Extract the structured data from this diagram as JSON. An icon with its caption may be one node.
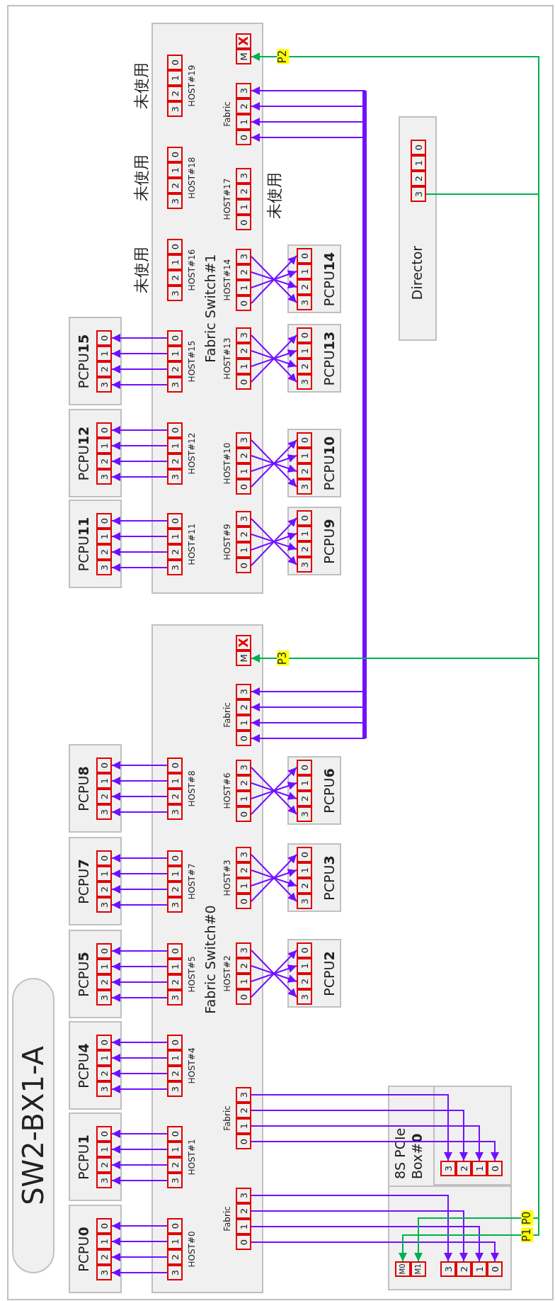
{
  "diagram": {
    "title": "SW2-BX1-A",
    "nodes": [
      {
        "text": [
          "Fabric Switch#0"
        ]
      },
      {
        "text": [
          "Fabric Switch#1"
        ]
      },
      {
        "text": [
          "Director"
        ]
      },
      {
        "text": [
          "8S PCIe Box#**0**"
        ]
      },
      {
        "text": [],
        "shape": "box",
        "in": 3
      },
      {
        "text": [],
        "shape": "box",
        "in": 3
      },
      {
        "text": [
          "PCPU**0**"
        ]
      },
      {
        "text": [
          "PCPU**1**"
        ]
      },
      {
        "text": [
          "PCPU**2**"
        ]
      },
      {
        "text": [
          "PCPU**3**"
        ]
      },
      {
        "text": [
          "PCPU**4**"
        ]
      },
      {
        "text": [
          "PCPU**5**"
        ]
      },
      {
        "text": [
          "PCPU**6**"
        ]
      },
      {
        "text": [
          "PCPU**7**"
        ]
      },
      {
        "text": [
          "PCPU**8**"
        ]
      },
      {
        "text": [
          "PCPU**9**"
        ]
      },
      {
        "text": [
          "PCPU**10**"
        ]
      },
      {
        "text": [
          "PCPU**11**"
        ]
      },
      {
        "text": [
          "PCPU**12**"
        ]
      },
      {
        "text": [
          "PCPU**13**"
        ]
      },
      {
        "text": [
          "PCPU**14**"
        ]
      },
      {
        "text": [
          "PCPU**15**"
        ]
      },
      {
        "text": [
          "3"
        ],
        "in": 6
      },
      {
        "text": [
          "2"
        ],
        "in": 6
      },
      {
        "text": [
          "1"
        ],
        "in": 6
      },
      {
        "text": [
          "0"
        ],
        "in": 6
      },
      {
        "text": [
          "3"
        ],
        "in": 7
      },
      {
        "text": [
          "2"
        ],
        "in": 7
      },
      {
        "text": [
          "1"
        ],
        "in": 7
      },
      {
        "text": [
          "0"
        ],
        "in": 7
      },
      {
        "text": [
          "3"
        ],
        "in": 8
      },
      {
        "text": [
          "2"
        ],
        "in": 8
      },
      {
        "text": [
          "1"
        ],
        "in": 8
      },
      {
        "text": [
          "0"
        ],
        "in": 8
      },
      {
        "text": [
          "3"
        ],
        "in": 9
      },
      {
        "text": [
          "2"
        ],
        "in": 9
      },
      {
        "text": [
          "1"
        ],
        "in": 9
      },
      {
        "text": [
          "0"
        ],
        "in": 9
      },
      {
        "text": [
          "3"
        ],
        "in": 10
      },
      {
        "text": [
          "2"
        ],
        "in": 10
      },
      {
        "text": [
          "1"
        ],
        "in": 10
      },
      {
        "text": [
          "0"
        ],
        "in": 10
      },
      {
        "text": [
          "3"
        ],
        "in": 11
      },
      {
        "text": [
          "2"
        ],
        "in": 11
      },
      {
        "text": [
          "1"
        ],
        "in": 11
      },
      {
        "text": [
          "0"
        ],
        "in": 11
      },
      {
        "text": [
          "3"
        ],
        "in": 12
      },
      {
        "text": [
          "2"
        ],
        "in": 12
      },
      {
        "text": [
          "1"
        ],
        "in": 12
      },
      {
        "text": [
          "0"
        ],
        "in": 12
      },
      {
        "text": [
          "3"
        ],
        "in": 13
      },
      {
        "text": [
          "2"
        ],
        "in": 13
      },
      {
        "text": [
          "1"
        ],
        "in": 13
      },
      {
        "text": [
          "0"
        ],
        "in": 13
      },
      {
        "text": [
          "3"
        ],
        "in": 14
      },
      {
        "text": [
          "2"
        ],
        "in": 14
      },
      {
        "text": [
          "1"
        ],
        "in": 14
      },
      {
        "text": [
          "0"
        ],
        "in": 14
      },
      {
        "text": [
          "3"
        ],
        "in": 15
      },
      {
        "text": [
          "2"
        ],
        "in": 15
      },
      {
        "text": [
          "1"
        ],
        "in": 15
      },
      {
        "text": [
          "0"
        ],
        "in": 15
      },
      {
        "text": [
          "3"
        ],
        "in": 16
      },
      {
        "text": [
          "2"
        ],
        "in": 16
      },
      {
        "text": [
          "1"
        ],
        "in": 16
      },
      {
        "text": [
          "0"
        ],
        "in": 16
      },
      {
        "text": [
          "3"
        ],
        "in": 17
      },
      {
        "text": [
          "2"
        ],
        "in": 17
      },
      {
        "text": [
          "1"
        ],
        "in": 17
      },
      {
        "text": [
          "0"
        ],
        "in": 17
      },
      {
        "text": [
          "3"
        ],
        "in": 18
      },
      {
        "text": [
          "2"
        ],
        "in": 18
      },
      {
        "text": [
          "1"
        ],
        "in": 18
      },
      {
        "text": [
          "0"
        ],
        "in": 18
      },
      {
        "text": [
          "3"
        ],
        "in": 19
      },
      {
        "text": [
          "2"
        ],
        "in": 19
      },
      {
        "text": [
          "1"
        ],
        "in": 19
      },
      {
        "text": [
          "0"
        ],
        "in": 19
      },
      {
        "text": [
          "3"
        ],
        "in": 20
      },
      {
        "text": [
          "2"
        ],
        "in": 20
      },
      {
        "text": [
          "1"
        ],
        "in": 20
      },
      {
        "text": [
          "0"
        ],
        "in": 20
      },
      {
        "text": [
          "3"
        ],
        "in": 21
      },
      {
        "text": [
          "2"
        ],
        "in": 21
      },
      {
        "text": [
          "1"
        ],
        "in": 21
      },
      {
        "text": [
          "0"
        ],
        "in": 21
      },
      {
        "text": [
          "3"
        ],
        "in": 0
      },
      {
        "text": [
          "2"
        ],
        "in": 0
      },
      {
        "text": [
          "1"
        ],
        "in": 0
      },
      {
        "text": [
          "0"
        ],
        "in": 0
      },
      {
        "text": [
          "3"
        ],
        "in": 0
      },
      {
        "text": [
          "2"
        ],
        "in": 0
      },
      {
        "text": [
          "1"
        ],
        "in": 0
      },
      {
        "text": [
          "0"
        ],
        "in": 0
      },
      {
        "text": [
          "0"
        ],
        "in": 0
      },
      {
        "text": [
          "1"
        ],
        "in": 0
      },
      {
        "text": [
          "2"
        ],
        "in": 0
      },
      {
        "text": [
          "3"
        ],
        "in": 0
      },
      {
        "text": [
          "0"
        ],
        "in": 0
      },
      {
        "text": [
          "1"
        ],
        "in": 0
      },
      {
        "text": [
          "2"
        ],
        "in": 0
      },
      {
        "text": [
          "3"
        ],
        "in": 0
      },
      {
        "text": [
          "3"
        ],
        "in": 0
      },
      {
        "text": [
          "2"
        ],
        "in": 0
      },
      {
        "text": [
          "1"
        ],
        "in": 0
      },
      {
        "text": [
          "0"
        ],
        "in": 0
      },
      {
        "text": [
          "3"
        ],
        "in": 0
      },
      {
        "text": [
          "2"
        ],
        "in": 0
      },
      {
        "text": [
          "1"
        ],
        "in": 0
      },
      {
        "text": [
          "0"
        ],
        "in": 0
      },
      {
        "text": [
          "0"
        ],
        "in": 0
      },
      {
        "text": [
          "1"
        ],
        "in": 0
      },
      {
        "text": [
          "2"
        ],
        "in": 0
      },
      {
        "text": [
          "3"
        ],
        "in": 0
      },
      {
        "text": [
          "3"
        ],
        "in": 0
      },
      {
        "text": [
          "2"
        ],
        "in": 0
      },
      {
        "text": [
          "1"
        ],
        "in": 0
      },
      {
        "text": [
          "0"
        ],
        "in": 0
      },
      {
        "text": [
          "3"
        ],
        "in": 0
      },
      {
        "text": [
          "2"
        ],
        "in": 0
      },
      {
        "text": [
          "1"
        ],
        "in": 0
      },
      {
        "text": [
          "0"
        ],
        "in": 0
      },
      {
        "text": [
          "0"
        ],
        "in": 1
      },
      {
        "text": [
          "1"
        ],
        "in": 1
      },
      {
        "text": [
          "2"
        ],
        "in": 1
      },
      {
        "text": [
          "3"
        ],
        "in": 1
      },
      {
        "text": [
          "0"
        ],
        "in": 1
      },
      {
        "text": [
          "1"
        ],
        "in": 1
      },
      {
        "text": [
          "2"
        ],
        "in": 1
      },
      {
        "text": [
          "3"
        ],
        "in": 1
      },
      {
        "text": [
          "3"
        ],
        "in": 1
      },
      {
        "text": [
          "2"
        ],
        "in": 1
      },
      {
        "text": [
          "1"
        ],
        "in": 1
      },
      {
        "text": [
          "0"
        ],
        "in": 1
      },
      {
        "text": [
          "3"
        ],
        "in": 1
      },
      {
        "text": [
          "2"
        ],
        "in": 1
      },
      {
        "text": [
          "1"
        ],
        "in": 1
      },
      {
        "text": [
          "0"
        ],
        "in": 1
      },
      {
        "text": [
          "0"
        ],
        "in": 1
      },
      {
        "text": [
          "1"
        ],
        "in": 1
      },
      {
        "text": [
          "2"
        ],
        "in": 1
      },
      {
        "text": [
          "3"
        ],
        "in": 1
      },
      {
        "text": [
          "0"
        ],
        "in": 1
      },
      {
        "text": [
          "1"
        ],
        "in": 1
      },
      {
        "text": [
          "2"
        ],
        "in": 1
      },
      {
        "text": [
          "3"
        ],
        "in": 1
      },
      {
        "text": [
          "3"
        ],
        "in": 1
      },
      {
        "text": [
          "2"
        ],
        "in": 1
      },
      {
        "text": [
          "1"
        ],
        "in": 1
      },
      {
        "text": [
          "0"
        ],
        "in": 1
      },
      {
        "text": [
          "3"
        ],
        "in": 1
      },
      {
        "text": [
          "2"
        ],
        "in": 1
      },
      {
        "text": [
          "1"
        ],
        "in": 1
      },
      {
        "text": [
          "0"
        ],
        "in": 1
      },
      {
        "text": [
          "0"
        ],
        "in": 1
      },
      {
        "text": [
          "1"
        ],
        "in": 1
      },
      {
        "text": [
          "2"
        ],
        "in": 1
      },
      {
        "text": [
          "3"
        ],
        "in": 1
      },
      {
        "text": [
          "3"
        ],
        "in": 1
      },
      {
        "text": [
          "2"
        ],
        "in": 1
      },
      {
        "text": [
          "1"
        ],
        "in": 1
      },
      {
        "text": [
          "0"
        ],
        "in": 1
      },
      {
        "text": [
          "3"
        ],
        "in": 1
      },
      {
        "text": [
          "2"
        ],
        "in": 1
      },
      {
        "text": [
          "1"
        ],
        "in": 1
      },
      {
        "text": [
          "0"
        ],
        "in": 1
      },
      {
        "text": [
          "0"
        ],
        "in": 0
      },
      {
        "text": [
          "1"
        ],
        "in": 0
      },
      {
        "text": [
          "2"
        ],
        "in": 0
      },
      {
        "text": [
          "3"
        ],
        "in": 0
      },
      {
        "text": [
          "0"
        ],
        "in": 0
      },
      {
        "text": [
          "1"
        ],
        "in": 0
      },
      {
        "text": [
          "2"
        ],
        "in": 0
      },
      {
        "text": [
          "3"
        ],
        "in": 0
      },
      {
        "text": [
          "0"
        ],
        "in": 0
      },
      {
        "text": [
          "1"
        ],
        "in": 0
      },
      {
        "text": [
          "2"
        ],
        "in": 0
      },
      {
        "text": [
          "3"
        ],
        "in": 0
      },
      {
        "text": [
          "0"
        ],
        "in": 1
      },
      {
        "text": [
          "1"
        ],
        "in": 1
      },
      {
        "text": [
          "2"
        ],
        "in": 1
      },
      {
        "text": [
          "3"
        ],
        "in": 1
      },
      {
        "text": [
          "M"
        ],
        "in": 0
      },
      {
        "text": [
          "X"
        ],
        "in": 0
      },
      {
        "text": [
          "M"
        ],
        "in": 1
      },
      {
        "text": [
          "X"
        ],
        "in": 1
      },
      {
        "text": [
          "3"
        ],
        "in": 2
      },
      {
        "text": [
          "2"
        ],
        "in": 2
      },
      {
        "text": [
          "1"
        ],
        "in": 2
      },
      {
        "text": [
          "0"
        ],
        "in": 2
      },
      {
        "text": [
          "3"
        ],
        "in": 4
      },
      {
        "text": [
          "2"
        ],
        "in": 4
      },
      {
        "text": [
          "1"
        ],
        "in": 4
      },
      {
        "text": [
          "0"
        ],
        "in": 4
      },
      {
        "text": [
          "M0"
        ],
        "in": 5
      },
      {
        "text": [
          "M1"
        ],
        "in": 5
      },
      {
        "text": [
          "3"
        ],
        "in": 5
      },
      {
        "text": [
          "2"
        ],
        "in": 5
      },
      {
        "text": [
          "1"
        ],
        "in": 5
      },
      {
        "text": [
          "0"
        ],
        "in": 5
      }
    ],
    "edges": [
      {
        "from": 86,
        "to": 22,
        "arrow": "to"
      },
      {
        "from": 87,
        "to": 23,
        "arrow": "to"
      },
      {
        "from": 88,
        "to": 24,
        "arrow": "to"
      },
      {
        "from": 89,
        "to": 25,
        "arrow": "to"
      },
      {
        "from": 90,
        "to": 26,
        "arrow": "to"
      },
      {
        "from": 91,
        "to": 27,
        "arrow": "to"
      },
      {
        "from": 92,
        "to": 28,
        "arrow": "to"
      },
      {
        "from": 93,
        "to": 29,
        "arrow": "to"
      },
      {
        "from": 94,
        "to": 33,
        "arrow": "to"
      },
      {
        "from": 95,
        "to": 32,
        "arrow": "to"
      },
      {
        "from": 96,
        "to": 31,
        "arrow": "to"
      },
      {
        "from": 97,
        "to": 30,
        "arrow": "to"
      },
      {
        "from": 98,
        "to": 37,
        "arrow": "to"
      },
      {
        "from": 99,
        "to": 36,
        "arrow": "to"
      },
      {
        "from": 100,
        "to": 35,
        "arrow": "to"
      },
      {
        "from": 101,
        "to": 34,
        "arrow": "to"
      },
      {
        "from": 102,
        "to": 38,
        "arrow": "to"
      },
      {
        "from": 103,
        "to": 39,
        "arrow": "to"
      },
      {
        "from": 104,
        "to": 40,
        "arrow": "to"
      },
      {
        "from": 105,
        "to": 41,
        "arrow": "to"
      },
      {
        "from": 106,
        "to": 42,
        "arrow": "to"
      },
      {
        "from": 107,
        "to": 43,
        "arrow": "to"
      },
      {
        "from": 108,
        "to": 44,
        "arrow": "to"
      },
      {
        "from": 109,
        "to": 45,
        "arrow": "to"
      },
      {
        "from": 110,
        "to": 49,
        "arrow": "to"
      },
      {
        "from": 111,
        "to": 48,
        "arrow": "to"
      },
      {
        "from": 112,
        "to": 47,
        "arrow": "to"
      },
      {
        "from": 113,
        "to": 46,
        "arrow": "to"
      },
      {
        "from": 114,
        "to": 50,
        "arrow": "to"
      },
      {
        "from": 115,
        "to": 51,
        "arrow": "to"
      },
      {
        "from": 116,
        "to": 52,
        "arrow": "to"
      },
      {
        "from": 117,
        "to": 53,
        "arrow": "to"
      },
      {
        "from": 118,
        "to": 54,
        "arrow": "to"
      },
      {
        "from": 119,
        "to": 55,
        "arrow": "to"
      },
      {
        "from": 120,
        "to": 56,
        "arrow": "to"
      },
      {
        "from": 121,
        "to": 57,
        "arrow": "to"
      },
      {
        "from": 122,
        "to": 61,
        "arrow": "to"
      },
      {
        "from": 123,
        "to": 60,
        "arrow": "to"
      },
      {
        "from": 124,
        "to": 59,
        "arrow": "to"
      },
      {
        "from": 125,
        "to": 58,
        "arrow": "to"
      },
      {
        "from": 126,
        "to": 65,
        "arrow": "to"
      },
      {
        "from": 127,
        "to": 64,
        "arrow": "to"
      },
      {
        "from": 128,
        "to": 63,
        "arrow": "to"
      },
      {
        "from": 129,
        "to": 62,
        "arrow": "to"
      },
      {
        "from": 130,
        "to": 66,
        "arrow": "to"
      },
      {
        "from": 131,
        "to": 67,
        "arrow": "to"
      },
      {
        "from": 132,
        "to": 68,
        "arrow": "to"
      },
      {
        "from": 133,
        "to": 69,
        "arrow": "to"
      },
      {
        "from": 134,
        "to": 70,
        "arrow": "to"
      },
      {
        "from": 135,
        "to": 71,
        "arrow": "to"
      },
      {
        "from": 136,
        "to": 72,
        "arrow": "to"
      },
      {
        "from": 137,
        "to": 73,
        "arrow": "to"
      },
      {
        "from": 138,
        "to": 77,
        "arrow": "to"
      },
      {
        "from": 139,
        "to": 76,
        "arrow": "to"
      },
      {
        "from": 140,
        "to": 75,
        "arrow": "to"
      },
      {
        "from": 141,
        "to": 74,
        "arrow": "to"
      },
      {
        "from": 142,
        "to": 81,
        "arrow": "to"
      },
      {
        "from": 143,
        "to": 80,
        "arrow": "to"
      },
      {
        "from": 144,
        "to": 79,
        "arrow": "to"
      },
      {
        "from": 145,
        "to": 78,
        "arrow": "to"
      },
      {
        "from": 146,
        "to": 82,
        "arrow": "to"
      },
      {
        "from": 147,
        "to": 83,
        "arrow": "to"
      },
      {
        "from": 148,
        "to": 84,
        "arrow": "to"
      },
      {
        "from": 149,
        "to": 85,
        "arrow": "to"
      },
      {
        "from": 174,
        "to": 178,
        "arrow": "both"
      },
      {
        "from": 175,
        "to": 179,
        "arrow": "both"
      },
      {
        "from": 176,
        "to": 180,
        "arrow": "both"
      },
      {
        "from": 177,
        "to": 181,
        "arrow": "both"
      },
      {
        "from": 170,
        "to": 193,
        "arrow": "to"
      },
      {
        "from": 171,
        "to": 192,
        "arrow": "to"
      },
      {
        "from": 172,
        "to": 191,
        "arrow": "to"
      },
      {
        "from": 173,
        "to": 190,
        "arrow": "to"
      },
      {
        "from": 166,
        "to": 199,
        "arrow": "to"
      },
      {
        "from": 167,
        "to": 198,
        "arrow": "to"
      },
      {
        "from": 168,
        "to": 197,
        "arrow": "to"
      },
      {
        "from": 169,
        "to": 196,
        "arrow": "to"
      },
      {
        "from": 186,
        "to": 184,
        "arrow": "to",
        "label": "P2",
        "color": "#00b050"
      },
      {
        "from": 186,
        "to": 182,
        "arrow": "to",
        "label": "P3",
        "color": "#00b050"
      },
      {
        "from": 186,
        "to": 195,
        "arrow": "to",
        "label": "P0",
        "color": "#00b050"
      },
      {
        "from": 186,
        "to": 194,
        "arrow": "to",
        "label": "P1",
        "color": "#00b050"
      }
    ],
    "labels": [
      "HOST#0",
      "HOST#1",
      "HOST#2",
      "HOST#3",
      "HOST#4",
      "HOST#5",
      "HOST#6",
      "HOST#7",
      "HOST#8",
      "HOST#9",
      "HOST#10",
      "HOST#11",
      "HOST#12",
      "HOST#13",
      "HOST#14",
      "HOST#15",
      "HOST#16",
      "HOST#17",
      "HOST#18",
      "HOST#19",
      "Fabric",
      "Fabric",
      "Fabric",
      "Fabric",
      "未使用",
      "未使用",
      "未使用",
      "未使用"
    ]
  }
}
